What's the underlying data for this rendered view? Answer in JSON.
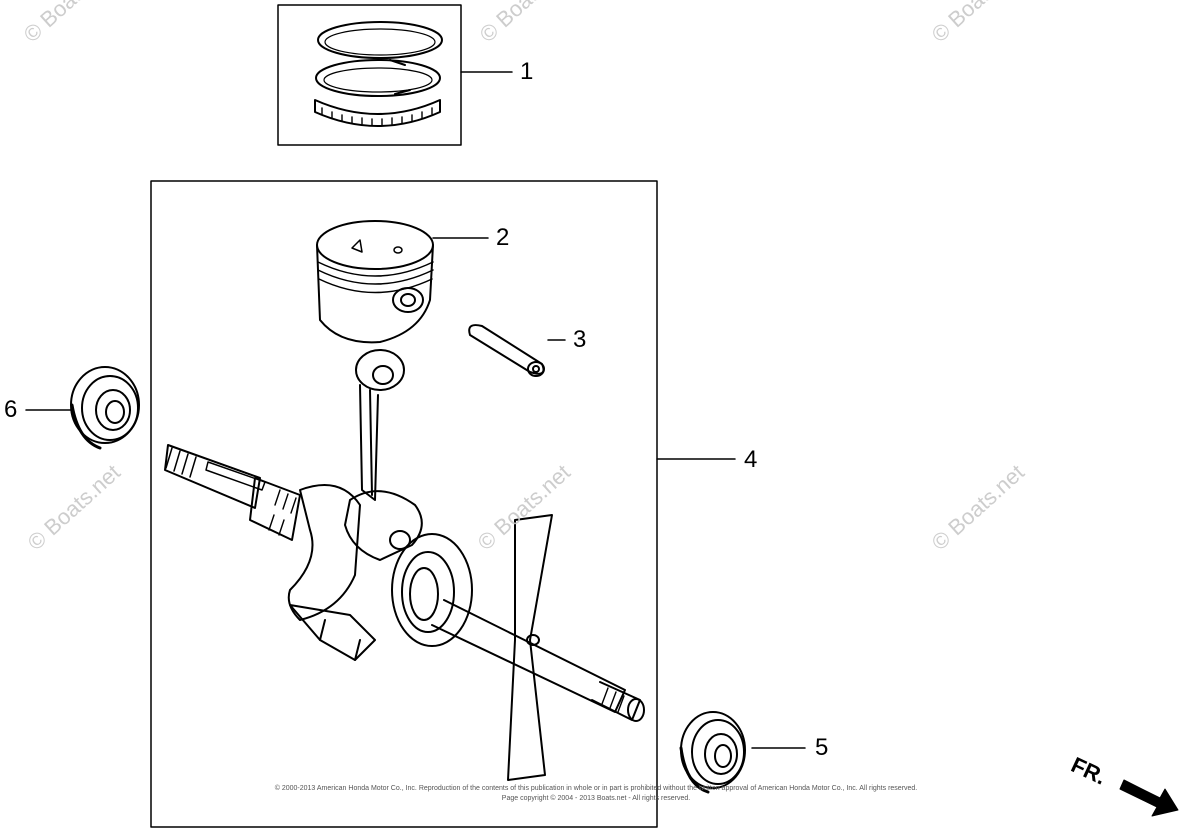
{
  "callouts": {
    "c1": "1",
    "c2": "2",
    "c3": "3",
    "c4": "4",
    "c5": "5",
    "c6": "6"
  },
  "direction_label": "FR.",
  "watermark": "© Boats.net",
  "copyright_line1": "© 2000-2013 American Honda Motor Co., Inc. Reproduction of the contents of this publication in whole or in part is prohibited without the written approval of American Honda Motor Co., Inc. All rights reserved.",
  "copyright_line2": "Page copyright © 2004 - 2013 Boats.net - All rights reserved."
}
